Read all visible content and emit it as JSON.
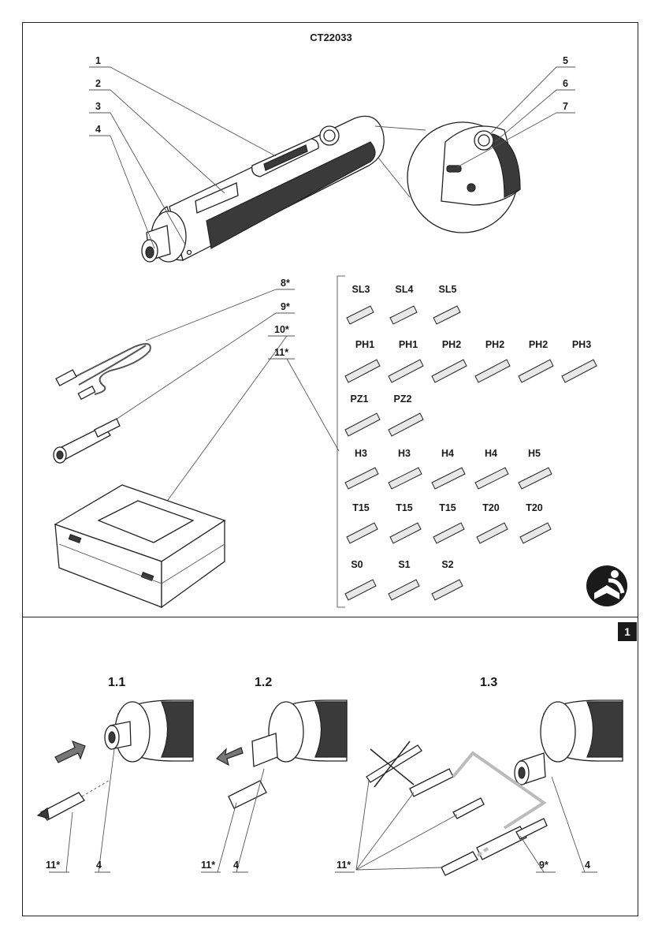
{
  "model": "CT22033",
  "figure_number": "1",
  "callouts_top": [
    "1",
    "2",
    "3",
    "4",
    "5",
    "6",
    "7",
    "8*",
    "9*",
    "10*",
    "11*"
  ],
  "bit_rows": [
    {
      "name": "slotted",
      "bits": [
        "SL3",
        "SL4",
        "SL5"
      ]
    },
    {
      "name": "phillips",
      "bits": [
        "PH1",
        "PH1",
        "PH2",
        "PH2",
        "PH2",
        "PH3"
      ]
    },
    {
      "name": "pozidriv",
      "bits": [
        "PZ1",
        "PZ2"
      ]
    },
    {
      "name": "hex",
      "bits": [
        "H3",
        "H3",
        "H4",
        "H4",
        "H5"
      ]
    },
    {
      "name": "torx",
      "bits": [
        "T15",
        "T15",
        "T15",
        "T20",
        "T20"
      ]
    },
    {
      "name": "spanner",
      "bits": [
        "S0",
        "S1",
        "S2"
      ]
    }
  ],
  "steps": [
    {
      "title": "1.1",
      "labels": [
        "11*",
        "4"
      ]
    },
    {
      "title": "1.2",
      "labels": [
        "11*",
        "4"
      ]
    },
    {
      "title": "1.3",
      "labels": [
        "11*",
        "9*",
        "4"
      ]
    }
  ],
  "icons": {
    "manual": "read-manual-icon"
  }
}
